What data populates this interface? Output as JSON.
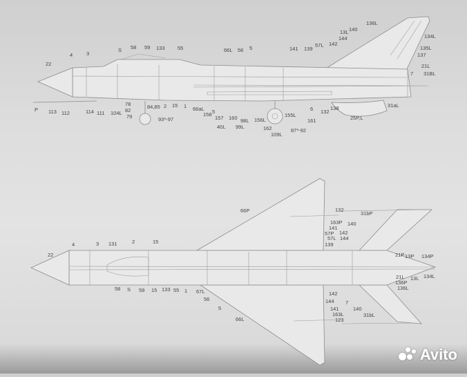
{
  "side_view": {
    "labels": [
      "22",
      "4",
      "3",
      "S",
      "58",
      "59",
      "133",
      "55",
      "66L",
      "56",
      "5",
      "141",
      "139",
      "57L",
      "142",
      "144",
      "13L",
      "140",
      "136L",
      "134L",
      "135L",
      "137",
      "21L",
      "7",
      "31BL",
      "31aL",
      "25P,L",
      "138",
      "132",
      "6",
      "161",
      "155L",
      "109L",
      "87*-92",
      "162",
      "156L",
      "98L",
      "99L",
      "160",
      "40L",
      "157",
      "5",
      "158",
      "66aL",
      "1",
      "15",
      "2",
      "84,85",
      "78",
      "82",
      "79",
      "93*-97",
      "104L",
      "111",
      "114",
      "112",
      "113",
      "P"
    ]
  },
  "plan_view": {
    "labels": [
      "66P",
      "132",
      "31bP",
      "163P",
      "140",
      "141",
      "57P",
      "142",
      "57L",
      "144",
      "139",
      "22",
      "4",
      "3",
      "131",
      "2",
      "15",
      "21P",
      "13P",
      "134P",
      "21L",
      "13L",
      "134L",
      "136P",
      "136L",
      "58",
      "S",
      "59",
      "15",
      "133",
      "55",
      "1",
      "67L",
      "56",
      "5",
      "66L",
      "142",
      "144",
      "7",
      "140",
      "141",
      "163L",
      "123",
      "31bL"
    ]
  },
  "watermark": {
    "text": "Avito"
  },
  "colors": {
    "line": "#8a8a8a",
    "paper": "#e3e3e3",
    "text": "#444444"
  }
}
